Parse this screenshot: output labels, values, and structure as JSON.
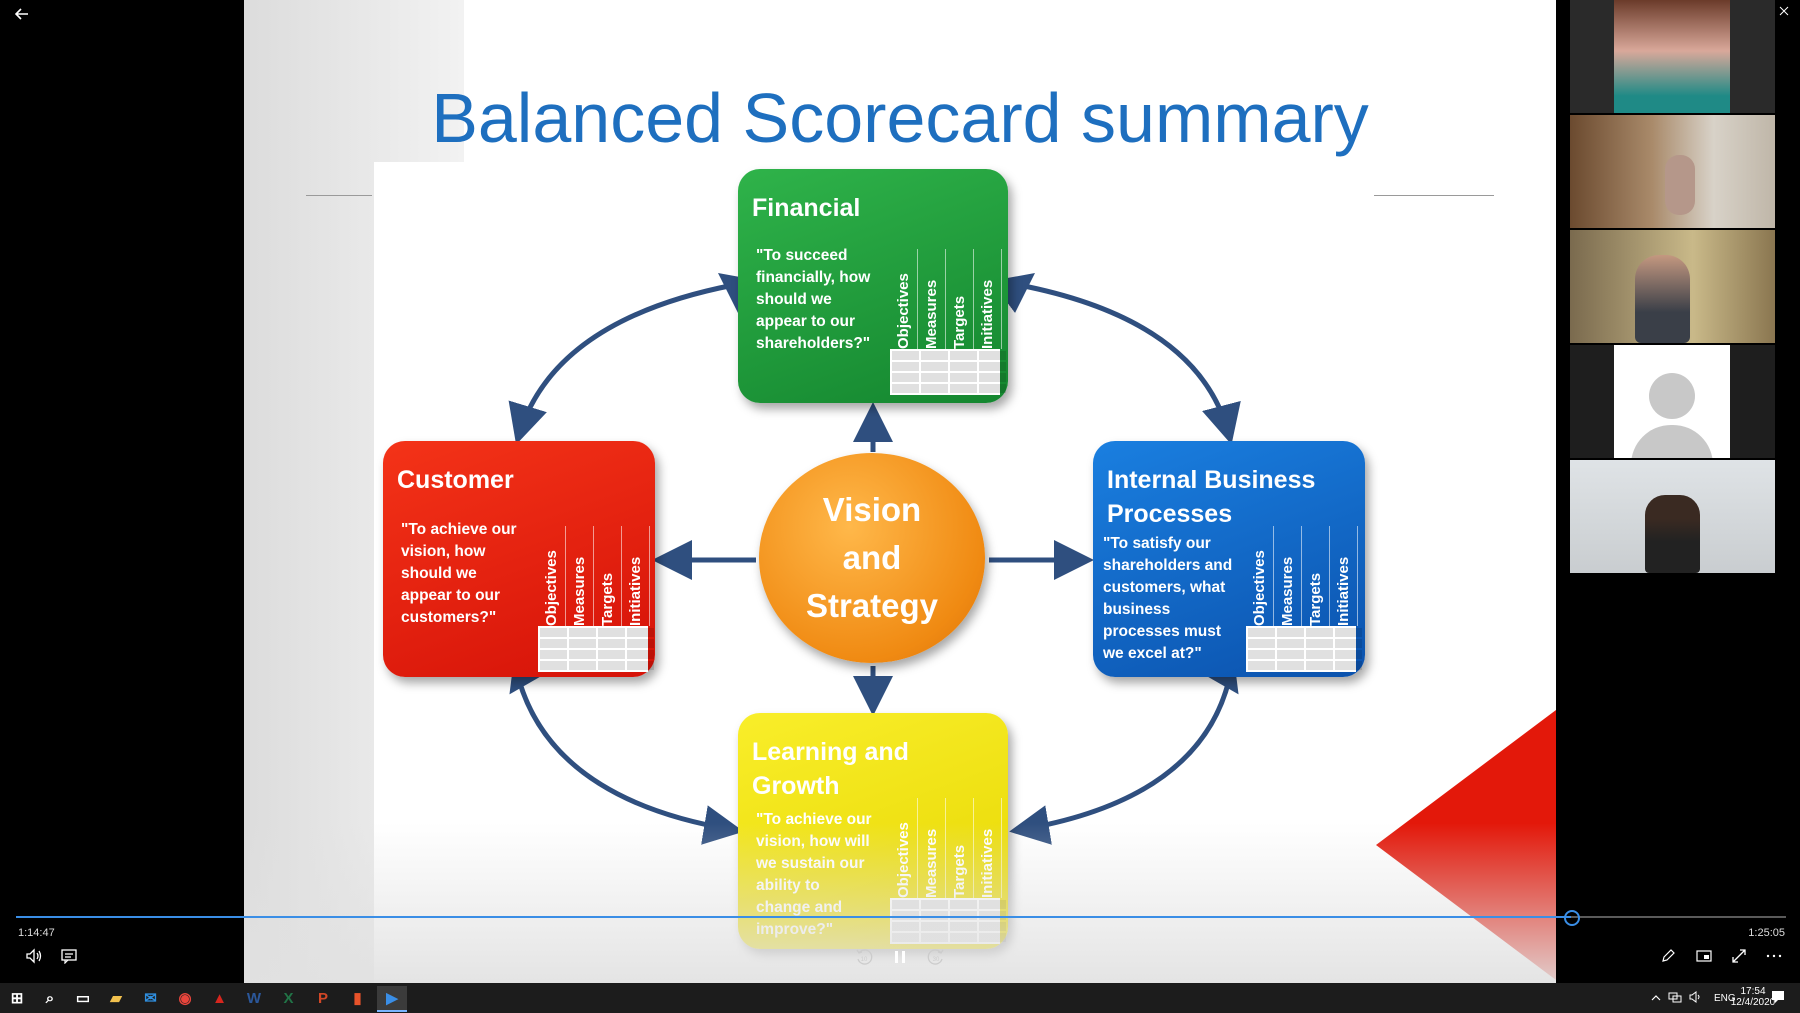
{
  "player": {
    "elapsed": "1:14:47",
    "duration": "1:25:05",
    "progress_fraction": 0.8787,
    "skip_back_label": "10",
    "skip_forward_label": "30"
  },
  "slide": {
    "title": "Balanced Scorecard summary",
    "center_lines": [
      "Vision",
      "and",
      "Strategy"
    ],
    "column_headers": [
      "Objectives",
      "Measures",
      "Targets",
      "Initiatives"
    ],
    "perspectives": {
      "financial": {
        "title": "Financial",
        "quote": "\"To succeed financially, how should we appear to our shareholders?\"",
        "color": "#1f9a3c"
      },
      "customer": {
        "title": "Customer",
        "quote": "\"To achieve our vision, how should we appear to our customers?\"",
        "color": "#e81d0c"
      },
      "internal": {
        "title": "Internal Business Processes",
        "quote": "\"To satisfy our shareholders and customers, what business processes must we excel at?\"",
        "color": "#0d64c9"
      },
      "learning": {
        "title": "Learning and Growth",
        "quote": "\"To achieve our vision, how will we sustain our ability to change and improve?\"",
        "color": "#f2e400"
      }
    },
    "center_color": "#f08a12",
    "title_color": "#1e6fbf",
    "arrow_color": "#2f4f7f"
  },
  "participants": [
    "participant-1",
    "participant-2",
    "participant-3",
    "participant-4",
    "participant-5"
  ],
  "taskbar": {
    "apps": [
      "start-icon",
      "search-icon",
      "task-view-icon",
      "file-explorer-icon",
      "mail-icon",
      "chrome-icon",
      "acrobat-icon",
      "word-icon",
      "excel-icon",
      "powerpoint-icon",
      "office-icon",
      "media-player-icon"
    ],
    "language": "ENG",
    "time": "17:54",
    "date": "12/4/2020"
  }
}
